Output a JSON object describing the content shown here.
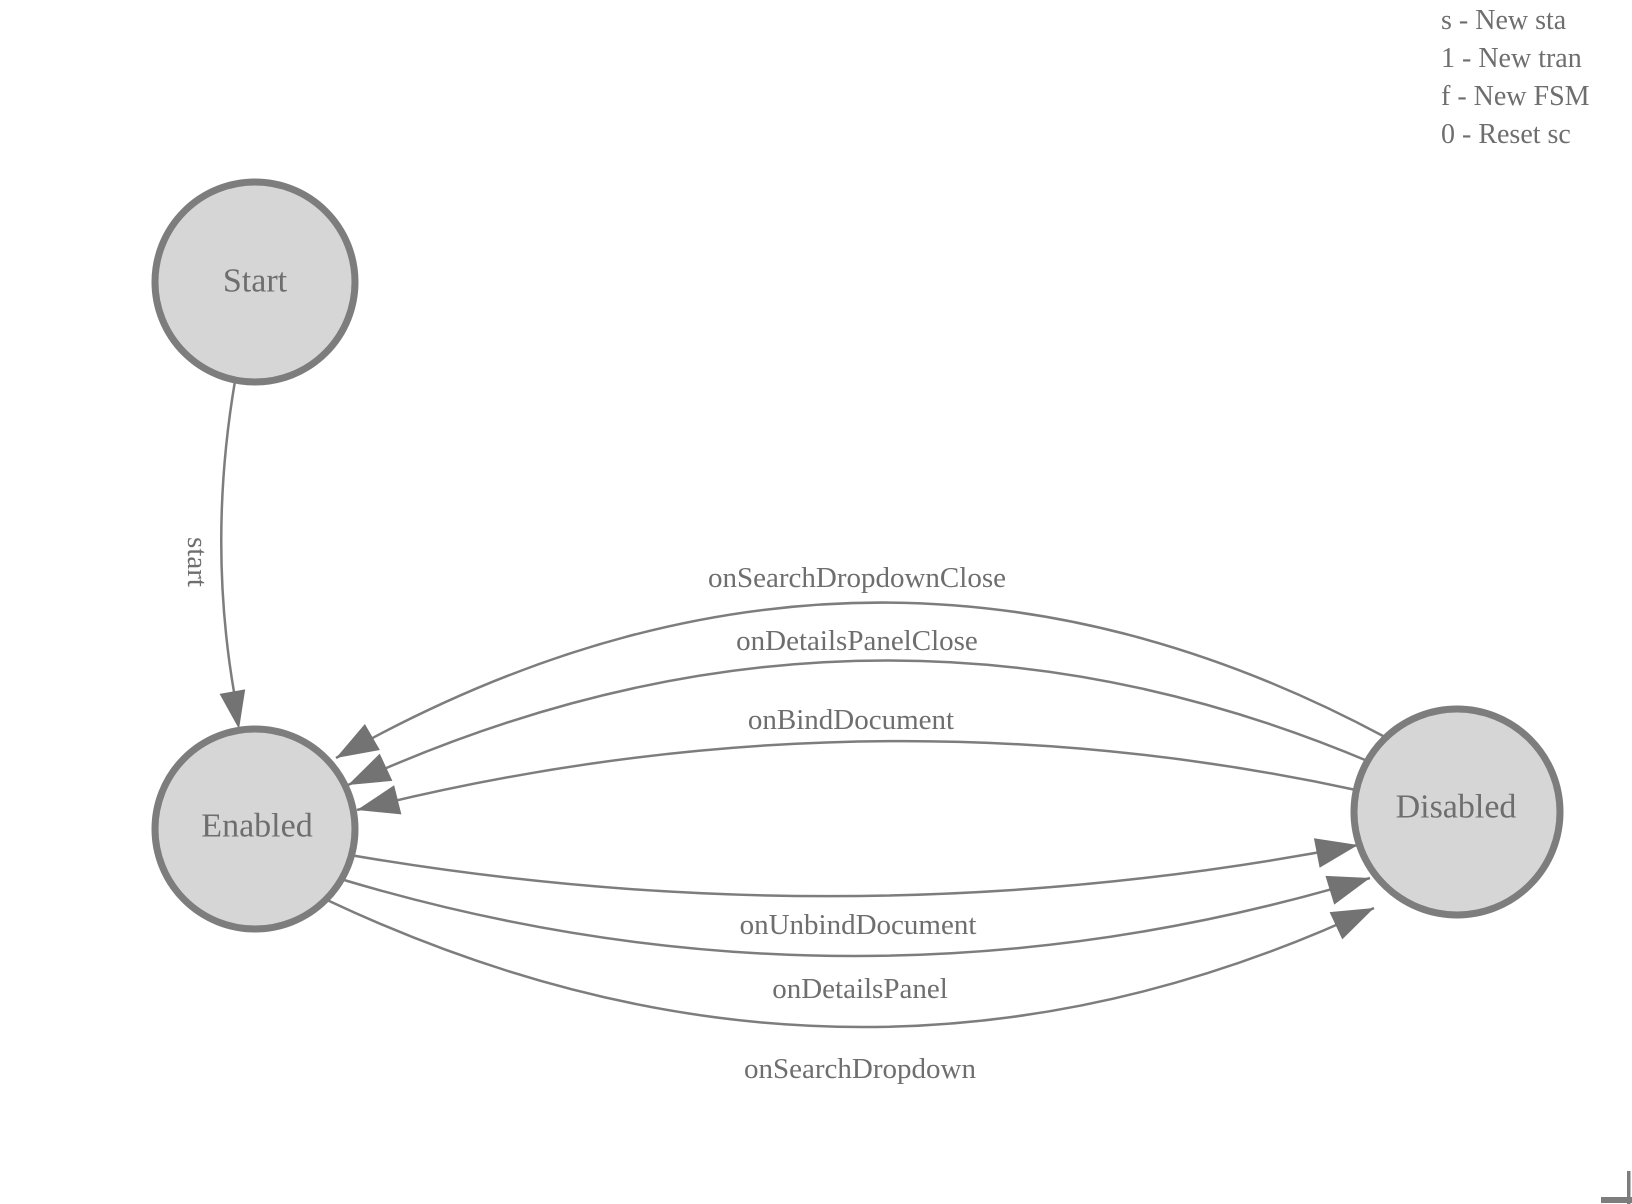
{
  "canvas": {
    "background": "#ffffff"
  },
  "legend": {
    "lines": [
      "s - New sta",
      "1 - New tran",
      "f - New FSM",
      "0 - Reset sc"
    ]
  },
  "diagram": {
    "type": "state-machine",
    "nodes": [
      {
        "id": "start",
        "label": "Start"
      },
      {
        "id": "enabled",
        "label": "Enabled"
      },
      {
        "id": "disabled",
        "label": "Disabled"
      }
    ],
    "edges": [
      {
        "from": "start",
        "to": "enabled",
        "label": "start"
      },
      {
        "from": "disabled",
        "to": "enabled",
        "label": "onSearchDropdownClose"
      },
      {
        "from": "disabled",
        "to": "enabled",
        "label": "onDetailsPanelClose"
      },
      {
        "from": "disabled",
        "to": "enabled",
        "label": "onBindDocument"
      },
      {
        "from": "enabled",
        "to": "disabled",
        "label": "onUnbindDocument"
      },
      {
        "from": "enabled",
        "to": "disabled",
        "label": "onDetailsPanel"
      },
      {
        "from": "enabled",
        "to": "disabled",
        "label": "onSearchDropdown"
      }
    ]
  },
  "colors": {
    "node_fill": "#d6d6d6",
    "node_stroke": "#7d7d7d",
    "edge_line": "#7d7d7d",
    "arrowhead": "#737373",
    "label_text": "#6e6e6e"
  }
}
